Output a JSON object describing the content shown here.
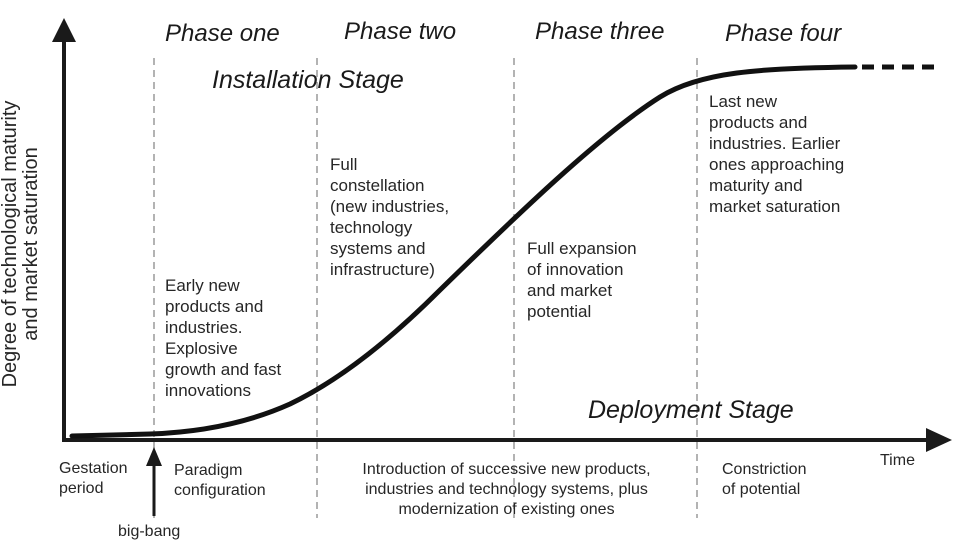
{
  "phases": [
    "Phase one",
    "Phase two",
    "Phase three",
    "Phase four"
  ],
  "stages": {
    "installation": "Installation Stage",
    "deployment": "Deployment Stage"
  },
  "axes": {
    "y_label": [
      "Degree of technological maturity",
      "and market saturation"
    ],
    "x_label": "Time"
  },
  "phase_notes": [
    [
      "Early new",
      "products and",
      "industries.",
      "Explosive",
      "growth and fast",
      "innovations"
    ],
    [
      "Full",
      "constellation",
      "(new industries,",
      "technology",
      "systems and",
      "infrastructure)"
    ],
    [
      "Full expansion",
      "of innovation",
      "and market",
      "potential"
    ],
    [
      "Last new",
      "products and",
      "industries. Earlier",
      "ones approaching",
      "maturity and",
      "market saturation"
    ]
  ],
  "bottom_labels": {
    "gestation": [
      "Gestation",
      "period"
    ],
    "paradigm": [
      "Paradigm",
      "configuration"
    ],
    "introduction": [
      "Introduction of successive new products,",
      "industries and technology systems, plus",
      "modernization of existing ones"
    ],
    "constriction": [
      "Constriction",
      "of potential"
    ],
    "big_bang": "big-bang"
  },
  "colors": {
    "curve": "#111111",
    "axis": "#1a1a1a",
    "divider": "#9a9a9a"
  }
}
